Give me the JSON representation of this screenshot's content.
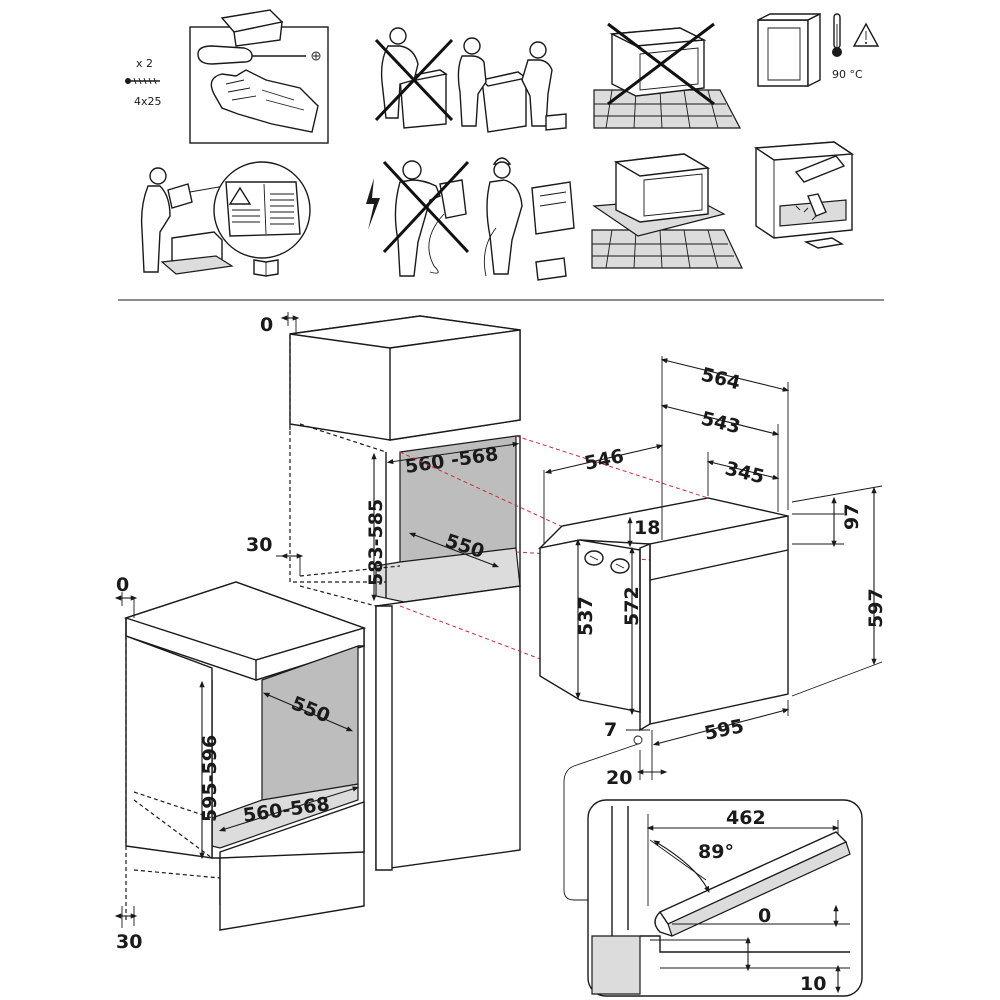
{
  "top_panel": {
    "screw_qty": "x 2",
    "screw_size": "4x25",
    "temperature": "90 °C"
  },
  "dimensions": {
    "tall_unit": {
      "top_gap": "0",
      "bottom_gap": "30",
      "niche_width": "560 -568",
      "niche_height": "583-585",
      "niche_depth": "550"
    },
    "base_unit": {
      "top_gap": "0",
      "bottom_gap": "30",
      "niche_depth": "550",
      "niche_height": "595-596",
      "niche_width": "560-568"
    },
    "oven": {
      "overall_depth": "564",
      "body_depth": "543",
      "top_depth": "546",
      "rear_depth": "345",
      "top_offset": "18",
      "front_top": "97",
      "body_height": "537",
      "front_height": "572",
      "total_height": "597",
      "width": "595",
      "bottom_gap": "7",
      "front_depth": "20"
    },
    "door_detail": {
      "door_length": "462",
      "angle": "89°",
      "gap_zero": "0",
      "gap_ten": "10"
    }
  }
}
